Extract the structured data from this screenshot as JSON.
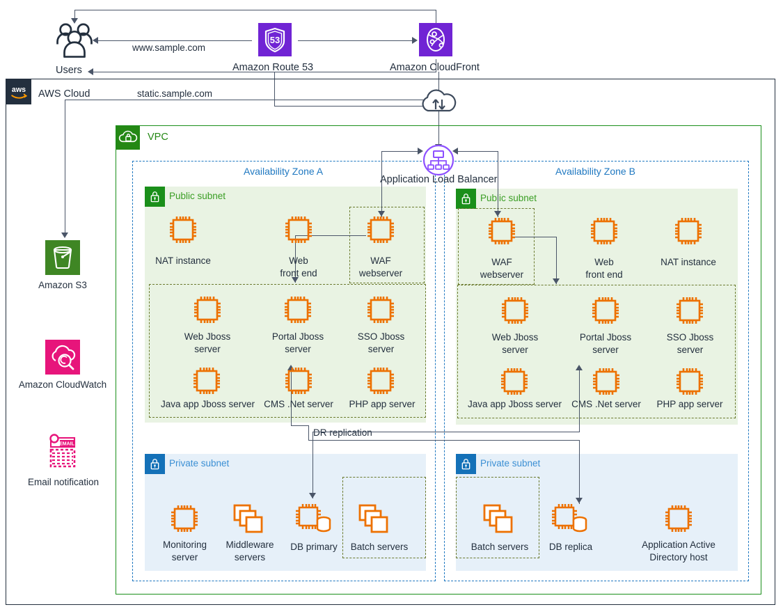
{
  "diagram": {
    "title": "AWS multi-tier web application architecture",
    "colors": {
      "aws_navy": "#232f3e",
      "vpc_green": "#1a8f1a",
      "subnet_public_fill": "#e9f3e3",
      "subnet_private_fill": "#e6f0f9",
      "az_blue": "#1f78c1",
      "ec2_orange": "#ed7100",
      "purple": "#8c4fff",
      "s3_green": "#3f8624",
      "cloudwatch_pink": "#e7157b",
      "group_olive": "#6b7a2e"
    }
  },
  "external": {
    "users": {
      "label": "Users",
      "icon": "users-icon"
    },
    "route53": {
      "label": "Amazon Route 53",
      "icon": "route-53-icon",
      "badge": "53"
    },
    "cloudfront": {
      "label": "Amazon CloudFront",
      "icon": "cloudfront-icon"
    },
    "edges": [
      {
        "label": "www.sample.com"
      },
      {
        "label": "static.sample.com"
      }
    ]
  },
  "aws_cloud": {
    "label": "AWS Cloud",
    "logo": "aws-logo",
    "side_services": [
      {
        "label": "Amazon S3",
        "icon": "s3-bucket-icon",
        "color": "#3f8624"
      },
      {
        "label": "Amazon CloudWatch",
        "icon": "cloudwatch-icon",
        "color": "#e7157b"
      },
      {
        "label": "Email notification",
        "icon": "email-notification-icon",
        "color": "#e7157b",
        "badge": "EMAIL"
      }
    ],
    "internet_gateway": {
      "label": "",
      "icon": "internet-gateway-icon"
    }
  },
  "vpc": {
    "label": "VPC",
    "icon": "vpc-icon",
    "load_balancer": {
      "label": "Application Load Balancer",
      "icon": "application-load-balancer-icon"
    },
    "availability_zones": [
      {
        "label": "Availability Zone A",
        "public_subnet": {
          "label": "Public subnet",
          "icon": "lock-icon",
          "instances": [
            {
              "label": "NAT instance",
              "icon": "ec2-instance-icon"
            },
            {
              "label": "Web\nfront end",
              "icon": "ec2-instance-icon"
            },
            {
              "label": "WAF\nwebserver",
              "icon": "ec2-instance-icon",
              "grouped": true
            }
          ],
          "app_group": [
            {
              "label": "Web Jboss\nserver",
              "icon": "ec2-instance-icon"
            },
            {
              "label": "Portal Jboss\nserver",
              "icon": "ec2-instance-icon"
            },
            {
              "label": "SSO Jboss\nserver",
              "icon": "ec2-instance-icon"
            },
            {
              "label": "Java app Jboss server",
              "icon": "ec2-instance-icon"
            },
            {
              "label": "CMS .Net server",
              "icon": "ec2-instance-icon"
            },
            {
              "label": "PHP app server",
              "icon": "ec2-instance-icon"
            }
          ]
        },
        "private_subnet": {
          "label": "Private subnet",
          "icon": "lock-icon",
          "instances": [
            {
              "label": "Monitoring\nserver",
              "icon": "ec2-instance-icon"
            },
            {
              "label": "Middleware\nservers",
              "icon": "ec2-instances-stack-icon"
            },
            {
              "label": "DB primary",
              "icon": "ec2-database-icon"
            },
            {
              "label": "Batch servers",
              "icon": "ec2-instances-stack-icon",
              "grouped": true
            }
          ]
        }
      },
      {
        "label": "Availability Zone B",
        "public_subnet": {
          "label": "Public subnet",
          "icon": "lock-icon",
          "instances": [
            {
              "label": "WAF\nwebserver",
              "icon": "ec2-instance-icon",
              "grouped": true
            },
            {
              "label": "Web\nfront end",
              "icon": "ec2-instance-icon"
            },
            {
              "label": "NAT instance",
              "icon": "ec2-instance-icon"
            }
          ],
          "app_group": [
            {
              "label": "Web Jboss\nserver",
              "icon": "ec2-instance-icon"
            },
            {
              "label": "Portal Jboss\nserver",
              "icon": "ec2-instance-icon"
            },
            {
              "label": "SSO Jboss\nserver",
              "icon": "ec2-instance-icon"
            },
            {
              "label": "Java app Jboss server",
              "icon": "ec2-instance-icon"
            },
            {
              "label": "CMS .Net server",
              "icon": "ec2-instance-icon"
            },
            {
              "label": "PHP app server",
              "icon": "ec2-instance-icon"
            }
          ]
        },
        "private_subnet": {
          "label": "Private subnet",
          "icon": "lock-icon",
          "instances": [
            {
              "label": "Batch servers",
              "icon": "ec2-instances-stack-icon",
              "grouped": true
            },
            {
              "label": "DB replica",
              "icon": "ec2-database-icon"
            },
            {
              "label": "Application Active\nDirectory host",
              "icon": "ec2-instance-icon"
            }
          ]
        }
      }
    ],
    "connection_labels": [
      {
        "label": "DR replication"
      }
    ]
  }
}
